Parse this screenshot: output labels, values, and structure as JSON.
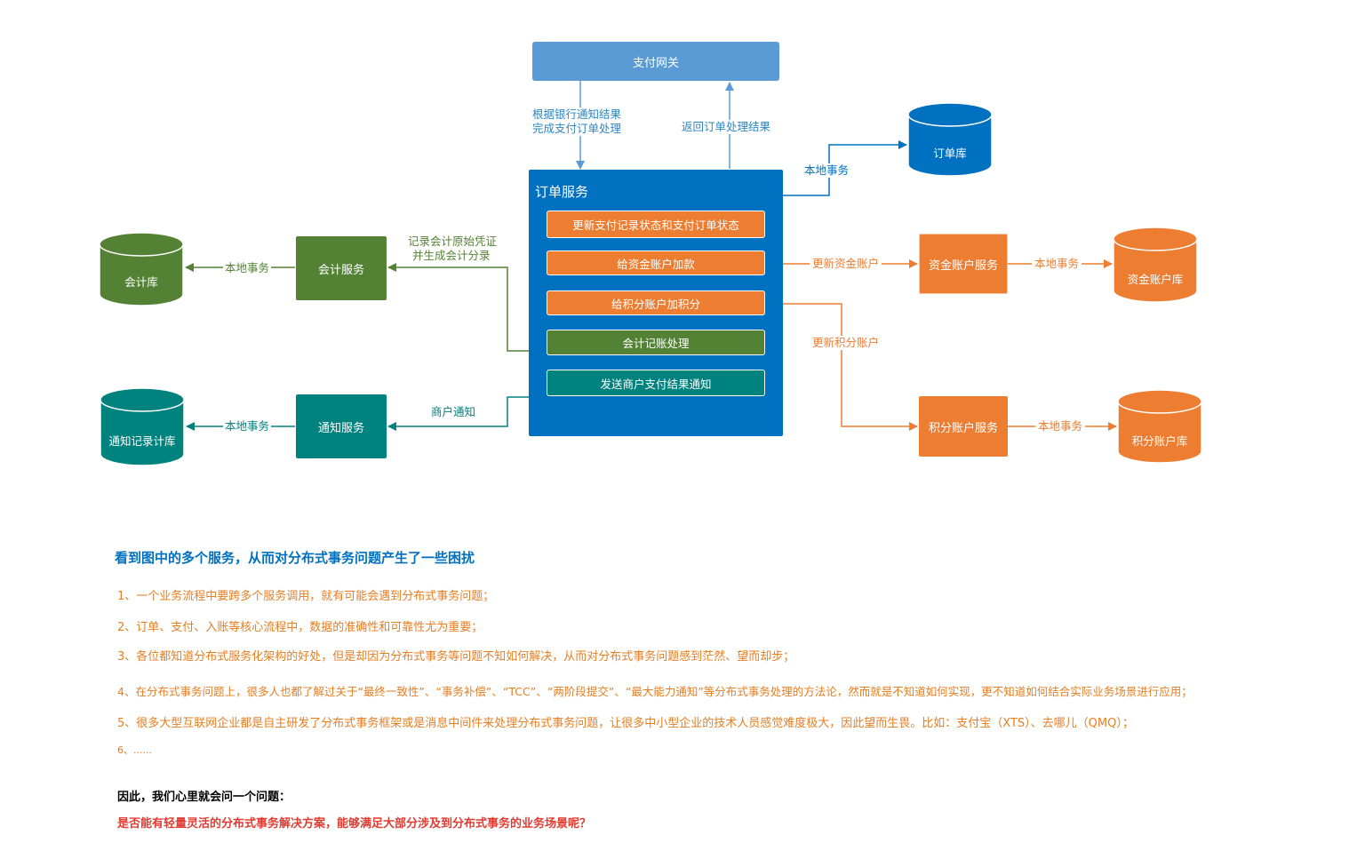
{
  "diagram": {
    "gateway": "支付网关",
    "arrow_down_label_1": "根据银行通知结果",
    "arrow_down_label_2": "完成支付订单处理",
    "arrow_up_label": "返回订单处理结果",
    "order_service": {
      "title": "订单服务",
      "steps": [
        "更新支付记录状态和支付订单状态",
        "给资金账户加款",
        "给积分账户加积分",
        "会计记账处理",
        "发送商户支付结果通知"
      ]
    },
    "order_db": "订单库",
    "order_db_edge": "本地事务",
    "accounting_service": "会计服务",
    "accounting_db": "会计库",
    "accounting_db_edge": "本地事务",
    "accounting_edge_1": "记录会计原始凭证",
    "accounting_edge_2": "并生成会计分录",
    "notify_service": "通知服务",
    "notify_db": "通知记录计库",
    "notify_db_edge": "本地事务",
    "notify_edge": "商户通知",
    "fund_service": "资金账户服务",
    "fund_edge": "更新资金账户",
    "fund_db": "资金账户库",
    "fund_db_edge": "本地事务",
    "points_service": "积分账户服务",
    "points_edge": "更新积分账户",
    "points_db": "积分账户库",
    "points_db_edge": "本地事务"
  },
  "text": {
    "heading": "看到图中的多个服务，从而对分布式事务问题产生了一些困扰",
    "items": [
      "1、一个业务流程中要跨多个服务调用，就有可能会遇到分布式事务问题；",
      "2、订单、支付、入账等核心流程中，数据的准确性和可靠性尤为重要；",
      "3、各位都知道分布式服务化架构的好处，但是却因为分布式事务等问题不知如何解决，从而对分布式事务问题感到茫然、望而却步；",
      "4、在分布式事务问题上，很多人也都了解过关于“最终一致性”、“事务补偿”、“TCC”、“两阶段提交”、“最大能力通知”等分布式事务处理的方法论，然而就是不知道如何实现，更不知道如何结合实际业务场景进行应用；",
      "5、很多大型互联网企业都是自主研发了分布式事务框架或是消息中间件来处理分布式事务问题，让很多中小型企业的技术人员感觉难度极大，因此望而生畏。比如：支付宝（XTS）、去哪儿（QMQ）；",
      "6、......"
    ],
    "question_intro": "因此，我们心里就会问一个问题：",
    "question": "是否能有轻量灵活的分布式事务解决方案，能够满足大部分涉及到分布式事务的业务场景呢？"
  },
  "colors": {
    "gateway": "#5b9bd5",
    "order": "#0070c0",
    "orange": "#ed7d31",
    "green": "#548235",
    "teal": "#00827f",
    "heading": "#0070c0",
    "question": "#e03c31"
  }
}
